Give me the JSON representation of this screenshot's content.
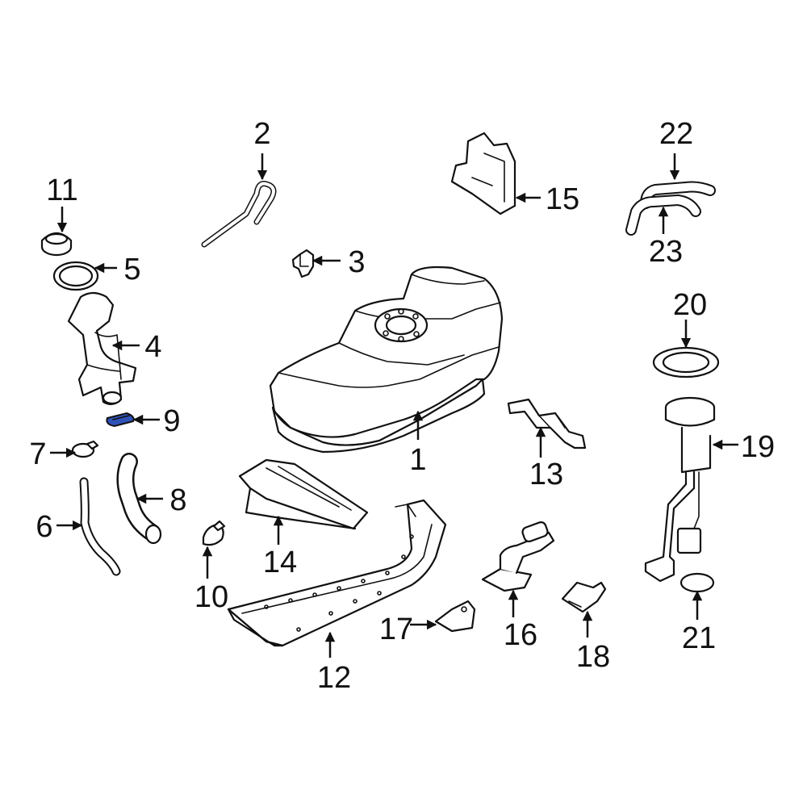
{
  "diagram": {
    "callouts": [
      {
        "id": "1",
        "label": "1"
      },
      {
        "id": "2",
        "label": "2"
      },
      {
        "id": "3",
        "label": "3"
      },
      {
        "id": "4",
        "label": "4"
      },
      {
        "id": "5",
        "label": "5"
      },
      {
        "id": "6",
        "label": "6"
      },
      {
        "id": "7",
        "label": "7"
      },
      {
        "id": "8",
        "label": "8"
      },
      {
        "id": "9",
        "label": "9"
      },
      {
        "id": "10",
        "label": "10"
      },
      {
        "id": "11",
        "label": "11"
      },
      {
        "id": "12",
        "label": "12"
      },
      {
        "id": "13",
        "label": "13"
      },
      {
        "id": "14",
        "label": "14"
      },
      {
        "id": "15",
        "label": "15"
      },
      {
        "id": "16",
        "label": "16"
      },
      {
        "id": "17",
        "label": "17"
      },
      {
        "id": "18",
        "label": "18"
      },
      {
        "id": "19",
        "label": "19"
      },
      {
        "id": "20",
        "label": "20"
      },
      {
        "id": "21",
        "label": "21"
      },
      {
        "id": "22",
        "label": "22"
      },
      {
        "id": "23",
        "label": "23"
      }
    ],
    "highlighted_part": "9",
    "colors": {
      "line": "#111111",
      "highlight": "#2f52b8",
      "background": "#ffffff"
    }
  }
}
